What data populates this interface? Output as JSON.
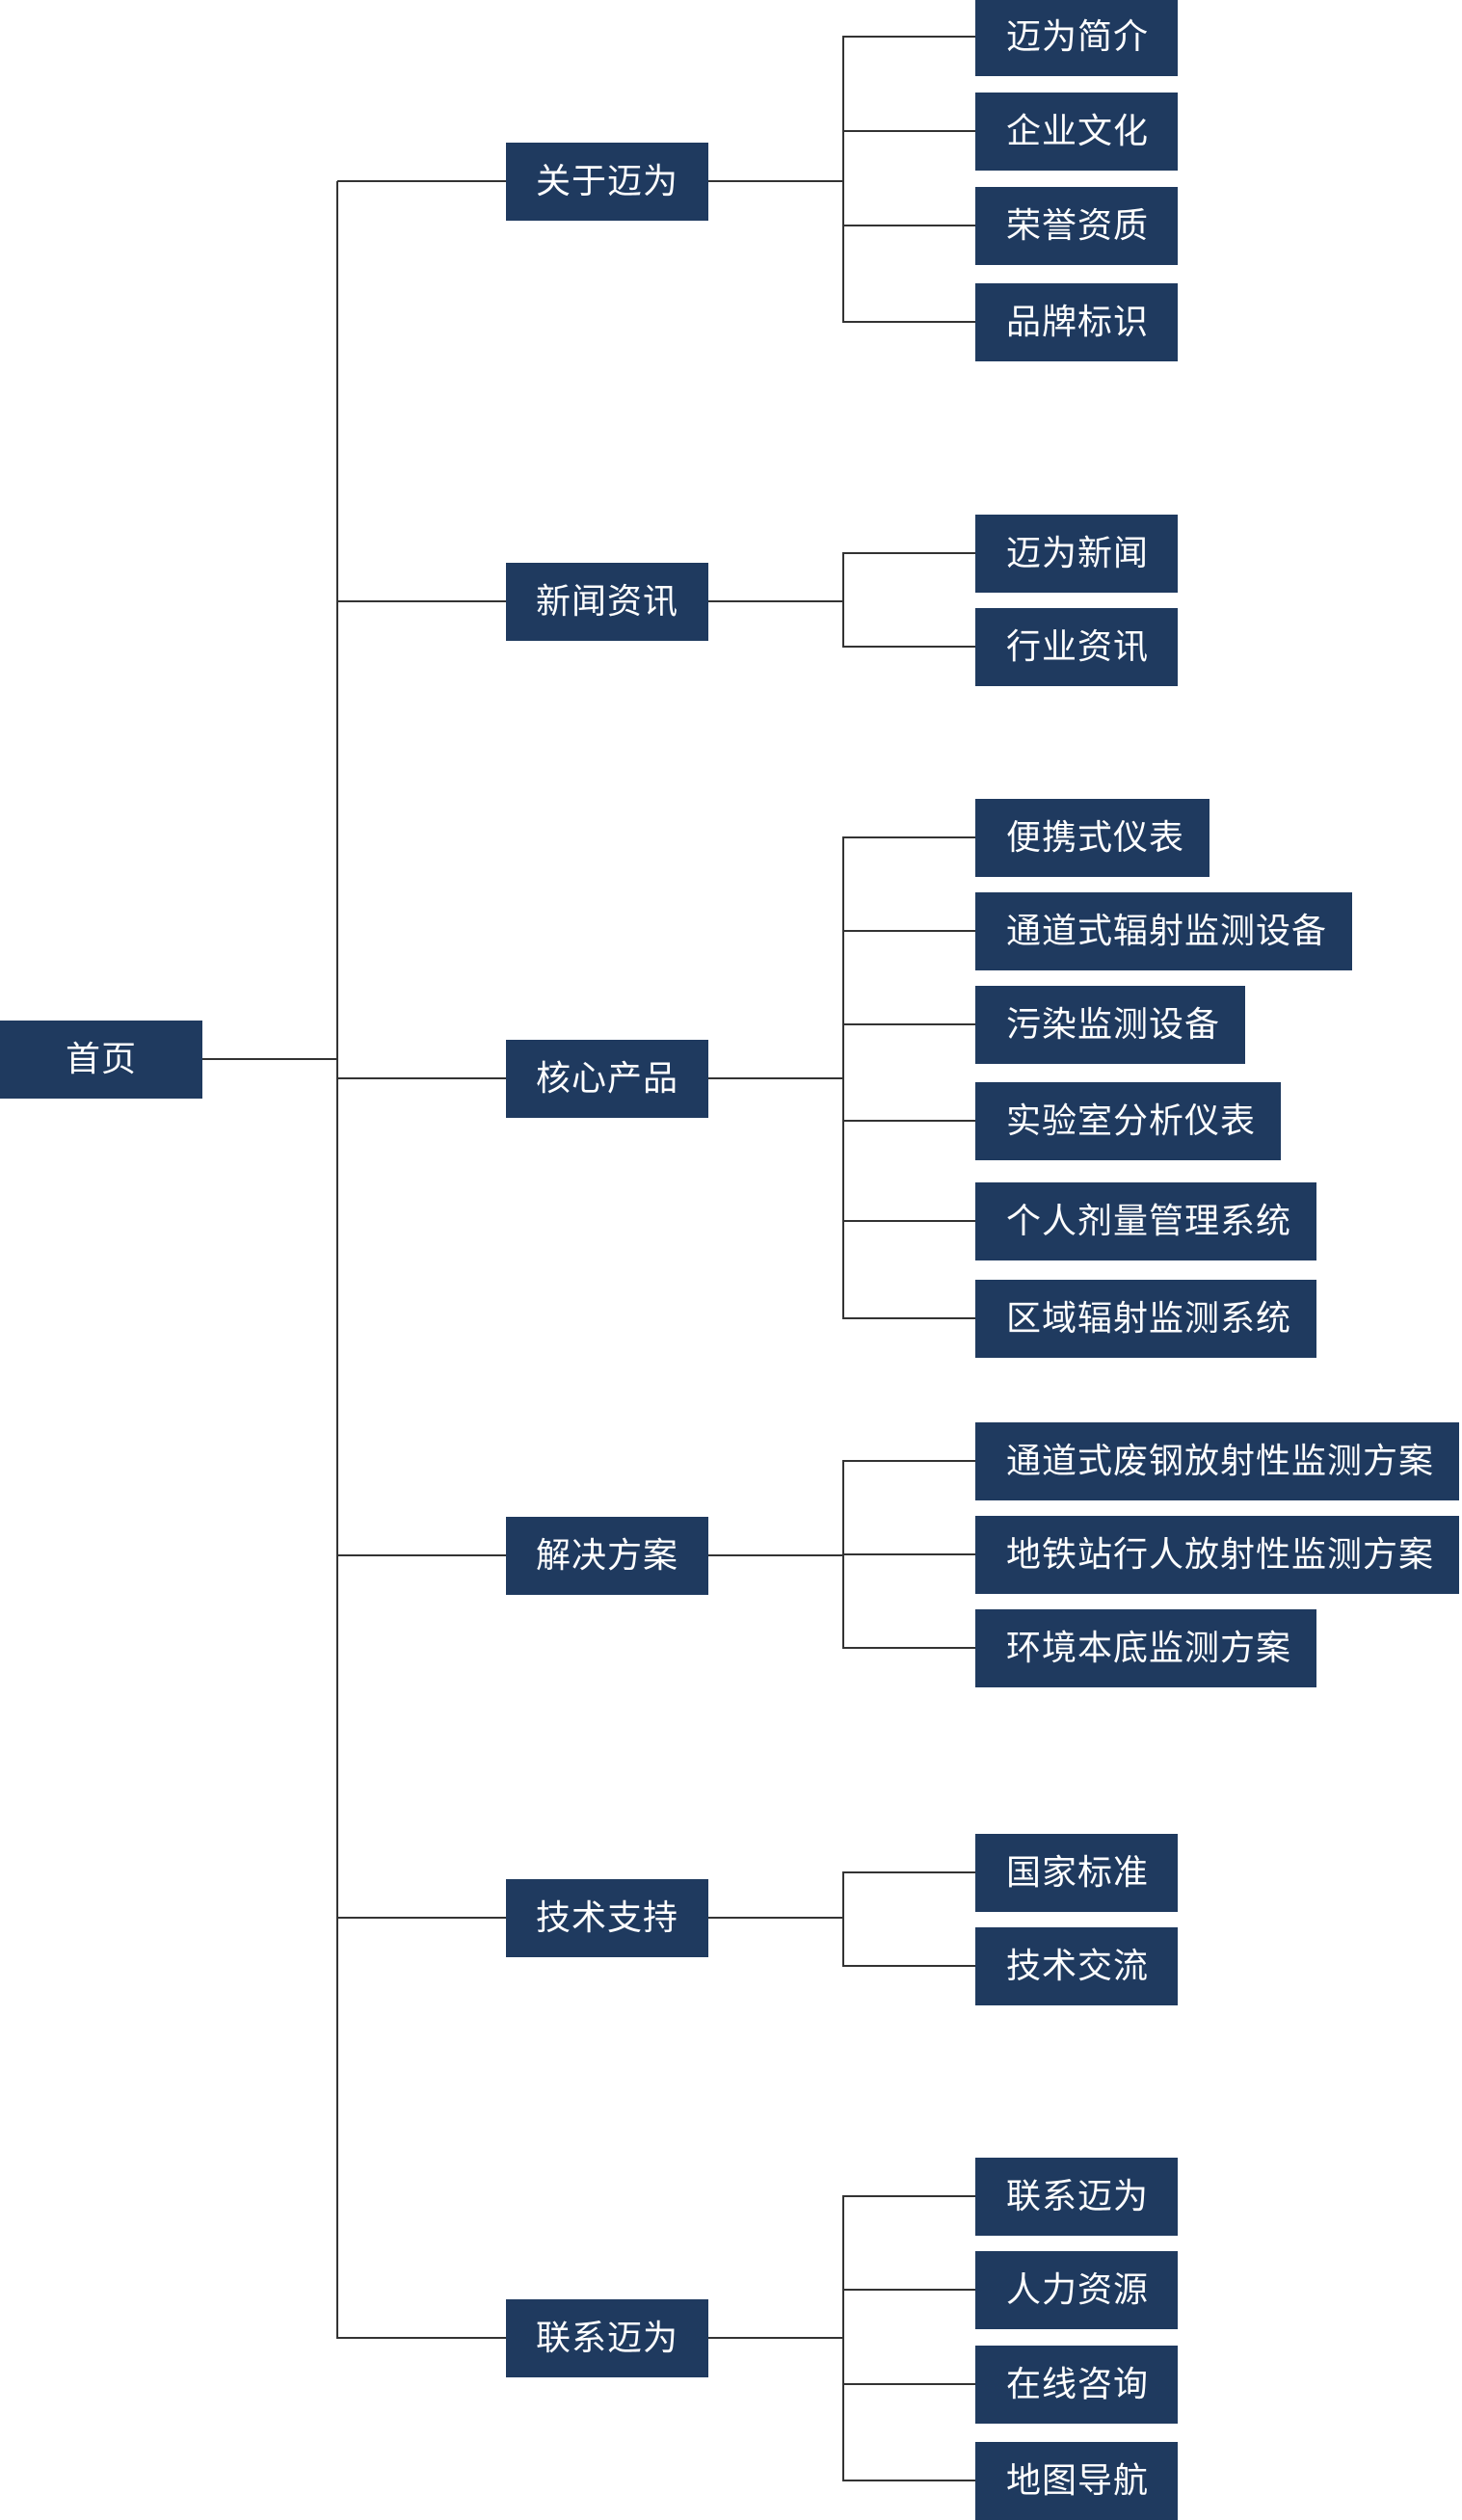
{
  "root": {
    "label": "首页"
  },
  "sections": [
    {
      "label": "关于迈为",
      "items": [
        "迈为简介",
        "企业文化",
        "荣誉资质",
        "品牌标识"
      ]
    },
    {
      "label": "新闻资讯",
      "items": [
        "迈为新闻",
        "行业资讯"
      ]
    },
    {
      "label": "核心产品",
      "items": [
        "便携式仪表",
        "通道式辐射监测设备",
        "污染监测设备",
        "实验室分析仪表",
        "个人剂量管理系统",
        "区域辐射监测系统"
      ]
    },
    {
      "label": "解决方案",
      "items": [
        "通道式废钢放射性监测方案",
        "地铁站行人放射性监测方案",
        "环境本底监测方案"
      ]
    },
    {
      "label": "技术支持",
      "items": [
        "国家标准",
        "技术交流"
      ]
    },
    {
      "label": "联系迈为",
      "items": [
        "联系迈为",
        "人力资源",
        "在线咨询",
        "地图导航"
      ]
    }
  ],
  "colors": {
    "node_fill": "#1f3a5f",
    "node_text": "#ffffff",
    "connector": "#333333"
  }
}
